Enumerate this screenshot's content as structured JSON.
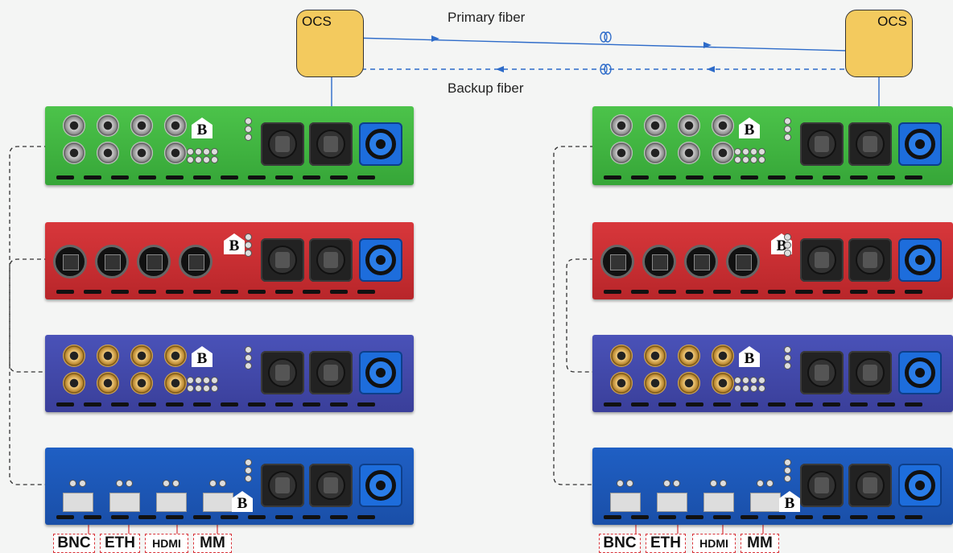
{
  "ocs_left": {
    "label": "OCS"
  },
  "ocs_right": {
    "label": "OCS"
  },
  "fibers": {
    "primary": "Primary fiber",
    "backup": "Backup fiber"
  },
  "port_tags_left": [
    "BNC",
    "ETH",
    "HDMI",
    "MM"
  ],
  "port_tags_right": [
    "BNC",
    "ETH",
    "HDMI",
    "MM"
  ],
  "colors": {
    "green": "#3fb63f",
    "red": "#c92e32",
    "purple": "#4248a8",
    "blue": "#1e57b8",
    "ocs": "#f3ca5e",
    "fiber_line": "#2d6bc9",
    "tag_border": "#d8343a"
  },
  "icons": [
    "fiber-coil-icon",
    "arrow-icon",
    "brand-logo-icon"
  ]
}
